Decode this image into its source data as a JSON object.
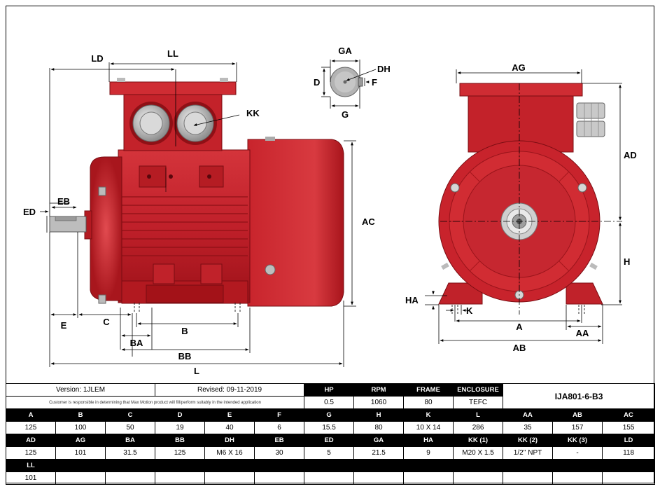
{
  "drawing": {
    "labels": {
      "ll": "LL",
      "ld": "LD",
      "kk": "KK",
      "ed": "ED",
      "eb": "EB",
      "ac": "AC",
      "e": "E",
      "c": "C",
      "b": "B",
      "ba": "BA",
      "bb": "BB",
      "l": "L",
      "ga": "GA",
      "d": "D",
      "dh": "DH",
      "f": "F",
      "g": "G",
      "ag": "AG",
      "ad": "AD",
      "h": "H",
      "ha": "HA",
      "k": "K",
      "a": "A",
      "aa": "AA",
      "ab": "AB"
    },
    "colors": {
      "motor_red": "#c8232c",
      "motor_dark": "#8e1016",
      "steel": "#c9c9c9"
    }
  },
  "info": {
    "version": "Version: 1JLEM",
    "revised": "Revised: 09-11-2019",
    "disclaimer": "Customer is responsible in determining that Max Motion product will fill/perform suitably in the intended application",
    "model": "IJA801-6-B3"
  },
  "top_headers": [
    "HP",
    "RPM",
    "FRAME",
    "ENCLOSURE"
  ],
  "top_values": [
    "0.5",
    "1060",
    "80",
    "TEFC"
  ],
  "row1_headers": [
    "A",
    "B",
    "C",
    "D",
    "E",
    "F",
    "G",
    "H",
    "K",
    "L",
    "AA",
    "AB",
    "AC"
  ],
  "row1_values": [
    "125",
    "100",
    "50",
    "19",
    "40",
    "6",
    "15.5",
    "80",
    "10 X 14",
    "286",
    "35",
    "157",
    "155"
  ],
  "row2_headers": [
    "AD",
    "AG",
    "BA",
    "BB",
    "DH",
    "EB",
    "ED",
    "GA",
    "HA",
    "KK (1)",
    "KK (2)",
    "KK (3)",
    "LD"
  ],
  "row2_values": [
    "125",
    "101",
    "31.5",
    "125",
    "M6 X 16",
    "30",
    "5",
    "21.5",
    "9",
    "M20 X 1.5",
    "1/2'' NPT",
    "-",
    "118"
  ],
  "row3_headers": [
    "LL"
  ],
  "row3_values": [
    "101"
  ]
}
